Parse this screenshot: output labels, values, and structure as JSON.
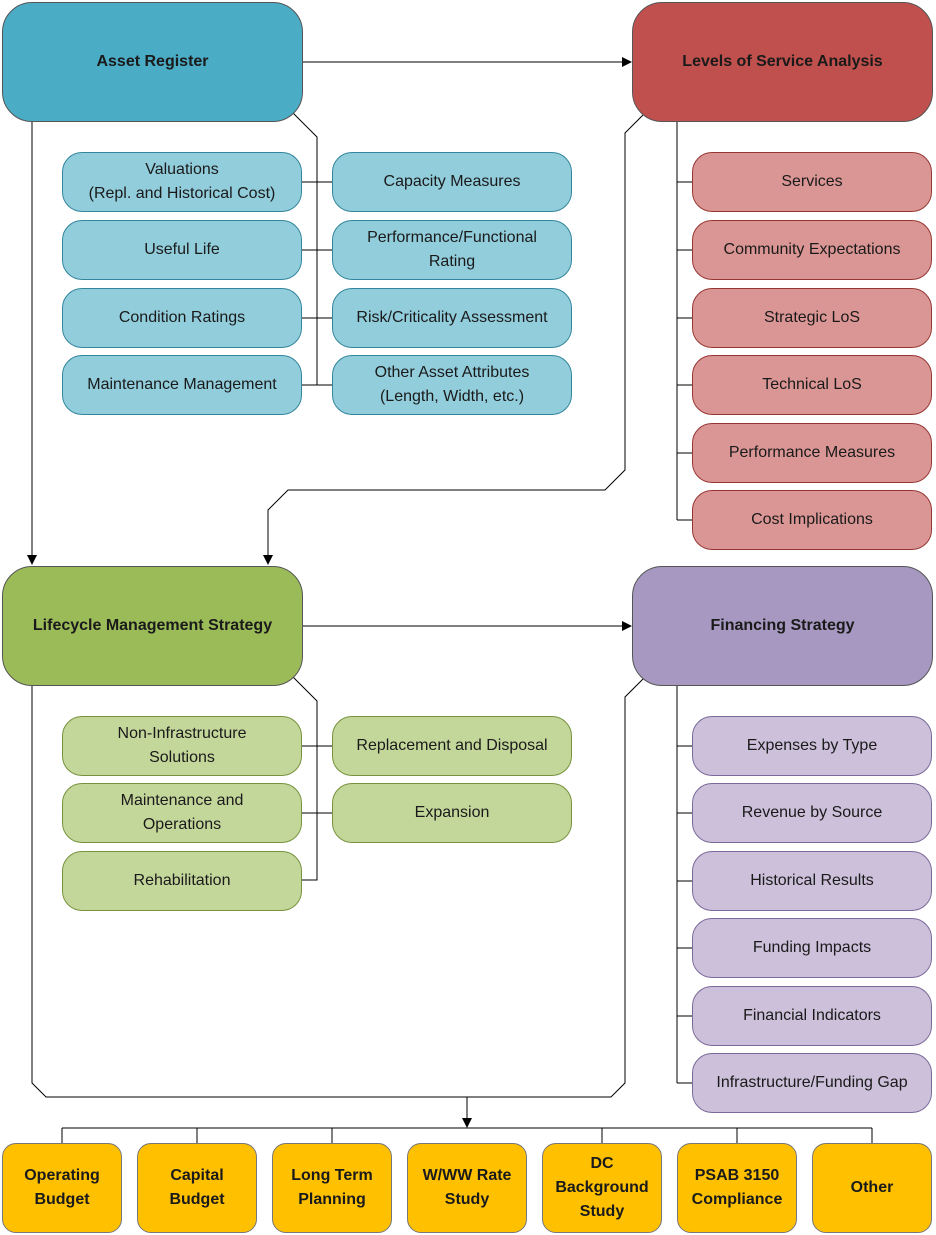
{
  "main_boxes": {
    "asset_register": "Asset Register",
    "levels_of_service": "Levels of Service Analysis",
    "lifecycle": "Lifecycle Management Strategy",
    "financing": "Financing Strategy"
  },
  "asset_register_items": {
    "valuations": "Valuations\n(Repl. and Historical Cost)",
    "useful_life": "Useful Life",
    "condition_ratings": "Condition Ratings",
    "maintenance_management": "Maintenance Management",
    "capacity_measures": "Capacity Measures",
    "performance_rating": "Performance/Functional\nRating",
    "risk_assessment": "Risk/Criticality Assessment",
    "other_attributes": "Other Asset Attributes\n(Length, Width, etc.)"
  },
  "los_items": [
    "Services",
    "Community Expectations",
    "Strategic LoS",
    "Technical LoS",
    "Performance Measures",
    "Cost Implications"
  ],
  "lifecycle_items": {
    "non_infrastructure": "Non-Infrastructure\nSolutions",
    "maintenance_operations": "Maintenance and\nOperations",
    "rehabilitation": "Rehabilitation",
    "replacement_disposal": "Replacement and Disposal",
    "expansion": "Expansion"
  },
  "financing_items": [
    "Expenses by Type",
    "Revenue by Source",
    "Historical Results",
    "Funding Impacts",
    "Financial Indicators",
    "Infrastructure/Funding Gap"
  ],
  "outputs": [
    "Operating\nBudget",
    "Capital\nBudget",
    "Long Term\nPlanning",
    "W/WW Rate\nStudy",
    "DC\nBackground\nStudy",
    "PSAB 3150\nCompliance",
    "Other"
  ],
  "colors": {
    "asset_register": "#4bacc6",
    "asset_register_sub": "#92cddc",
    "levels_of_service": "#c0504d",
    "levels_of_service_sub": "#da9694",
    "lifecycle": "#9bbb59",
    "lifecycle_sub": "#c4d79b",
    "financing": "#a698c0",
    "financing_sub": "#ccc0da",
    "outputs": "#ffc000"
  }
}
